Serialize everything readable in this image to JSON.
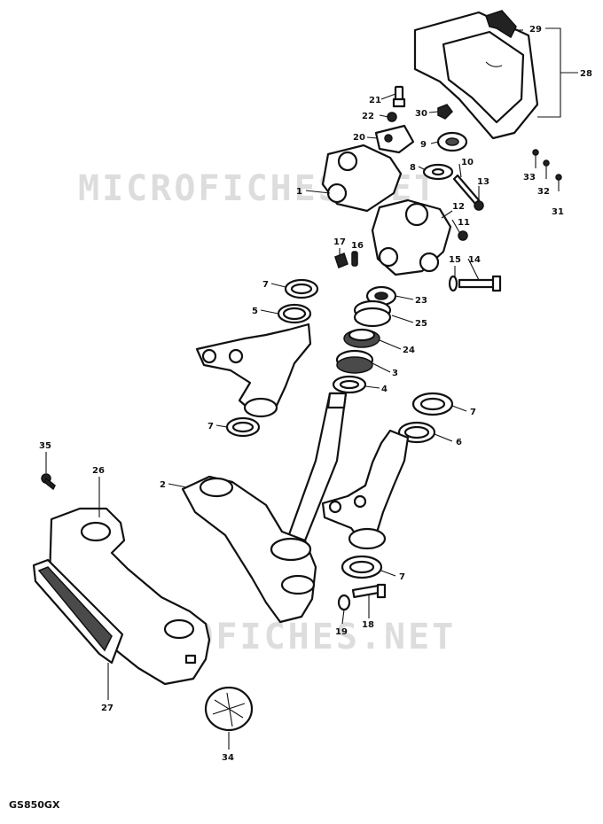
{
  "watermarks": [
    "MICROFICHES.NET",
    "MICROFICHES.NET"
  ],
  "model_label": "GS850GX",
  "callouts": [
    {
      "id": "c29",
      "text": "29"
    },
    {
      "id": "c28",
      "text": "28"
    },
    {
      "id": "c21",
      "text": "21"
    },
    {
      "id": "c22",
      "text": "22"
    },
    {
      "id": "c30",
      "text": "30"
    },
    {
      "id": "c20",
      "text": "20"
    },
    {
      "id": "c9",
      "text": "9"
    },
    {
      "id": "c10",
      "text": "10"
    },
    {
      "id": "c8",
      "text": "8"
    },
    {
      "id": "c33",
      "text": "33"
    },
    {
      "id": "c32",
      "text": "32"
    },
    {
      "id": "c31",
      "text": "31"
    },
    {
      "id": "c13",
      "text": "13"
    },
    {
      "id": "c1",
      "text": "1"
    },
    {
      "id": "c12",
      "text": "12"
    },
    {
      "id": "c11",
      "text": "11"
    },
    {
      "id": "c17",
      "text": "17"
    },
    {
      "id": "c16",
      "text": "16"
    },
    {
      "id": "c15",
      "text": "15"
    },
    {
      "id": "c14",
      "text": "14"
    },
    {
      "id": "c7a",
      "text": "7"
    },
    {
      "id": "c23",
      "text": "23"
    },
    {
      "id": "c5",
      "text": "5"
    },
    {
      "id": "c25",
      "text": "25"
    },
    {
      "id": "c24",
      "text": "24"
    },
    {
      "id": "c3",
      "text": "3"
    },
    {
      "id": "c4",
      "text": "4"
    },
    {
      "id": "c7b",
      "text": "7"
    },
    {
      "id": "c7c",
      "text": "7"
    },
    {
      "id": "c6",
      "text": "6"
    },
    {
      "id": "c35",
      "text": "35"
    },
    {
      "id": "c26",
      "text": "26"
    },
    {
      "id": "c2",
      "text": "2"
    },
    {
      "id": "c7d",
      "text": "7"
    },
    {
      "id": "c19",
      "text": "19"
    },
    {
      "id": "c18",
      "text": "18"
    },
    {
      "id": "c27",
      "text": "27"
    },
    {
      "id": "c34",
      "text": "34"
    }
  ]
}
